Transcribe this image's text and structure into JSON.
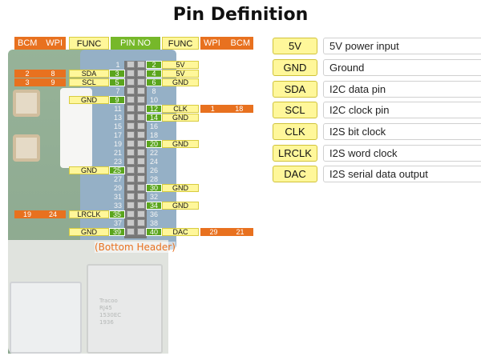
{
  "title": "Pin Definition",
  "columns": {
    "left_bcm": "BCM",
    "left_wpi": "WPI",
    "left_func": "FUNC",
    "pin_no": "PIN NO",
    "right_func": "FUNC",
    "right_wpi": "WPI",
    "right_bcm": "BCM"
  },
  "pins": {
    "p2": {
      "func": "5V"
    },
    "p3": {
      "bcm": "2",
      "wpi": "8",
      "func": "SDA"
    },
    "p4": {
      "func": "5V"
    },
    "p5": {
      "bcm": "3",
      "wpi": "9",
      "func": "SCL"
    },
    "p6": {
      "func": "GND"
    },
    "p9": {
      "func": "GND"
    },
    "p12": {
      "func": "CLK",
      "wpi": "1",
      "bcm": "18"
    },
    "p14": {
      "func": "GND"
    },
    "p20": {
      "func": "GND"
    },
    "p25": {
      "func": "GND"
    },
    "p30": {
      "func": "GND"
    },
    "p34": {
      "func": "GND"
    },
    "p35": {
      "bcm": "19",
      "wpi": "24",
      "func": "LRCLK"
    },
    "p39": {
      "func": "GND"
    },
    "p40": {
      "func": "DAC",
      "wpi": "29",
      "bcm": "21"
    }
  },
  "pin_numbers_left": [
    "1",
    "3",
    "5",
    "7",
    "9",
    "11",
    "13",
    "15",
    "17",
    "19",
    "21",
    "23",
    "25",
    "27",
    "29",
    "31",
    "33",
    "35",
    "37",
    "39"
  ],
  "pin_numbers_right": [
    "2",
    "4",
    "6",
    "8",
    "10",
    "12",
    "14",
    "16",
    "18",
    "20",
    "22",
    "24",
    "26",
    "28",
    "30",
    "32",
    "34",
    "36",
    "38",
    "40"
  ],
  "footer_label": "(Bottom Header)",
  "legend": [
    {
      "key": "5V",
      "desc": "5V power input"
    },
    {
      "key": "GND",
      "desc": "Ground"
    },
    {
      "key": "SDA",
      "desc": "I2C data pin"
    },
    {
      "key": "SCL",
      "desc": "I2C clock pin"
    },
    {
      "key": "CLK",
      "desc": "I2S bit clock"
    },
    {
      "key": "LRCLK",
      "desc": "I2S word clock"
    },
    {
      "key": "DAC",
      "desc": "I2S serial data output"
    }
  ],
  "board_print": [
    "Tracoo",
    "RJ45",
    "1530EC",
    "1936"
  ],
  "colors": {
    "bcm_wpi": "#e8711f",
    "func": "#fff79a",
    "pin_no": "#5aa51d"
  }
}
